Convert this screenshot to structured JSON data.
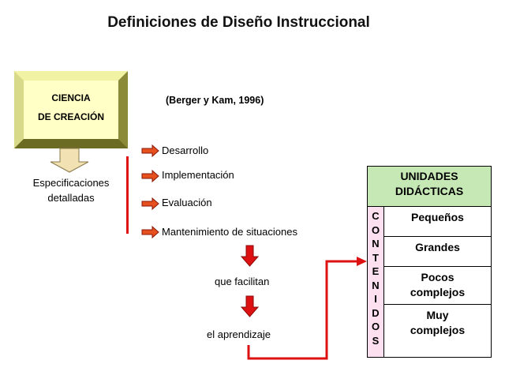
{
  "title": "Definiciones de Diseño Instruccional",
  "box": {
    "line1": "CIENCIA",
    "line2": "DE CREACIÓN"
  },
  "citation": "(Berger y Kam, 1996)",
  "left_label": {
    "line1": "Especificaciones",
    "line2": "detalladas"
  },
  "steps": [
    "Desarrollo",
    "Implementación",
    "Evaluación",
    "Mantenimiento de situaciones"
  ],
  "flow": {
    "first": "que facilitan",
    "second": "el aprendizaje"
  },
  "units_table": {
    "header": {
      "line1": "UNIDADES",
      "line2": "DIDÁCTICAS"
    },
    "vertical_label": [
      "C",
      "O",
      "N",
      "T",
      "E",
      "N",
      "I",
      "D",
      "O",
      "S"
    ],
    "rows": [
      {
        "line1": "Pequeños",
        "line2": ""
      },
      {
        "line1": "Grandes",
        "line2": ""
      },
      {
        "line1": "Pocos",
        "line2": "complejos"
      },
      {
        "line1": "Muy",
        "line2": "complejos"
      }
    ]
  },
  "colors": {
    "arrow_red": "#dd1111",
    "box_fill": "#ffffc6",
    "header_green": "#c6e8b4",
    "vertical_pink": "#fde0ef"
  }
}
